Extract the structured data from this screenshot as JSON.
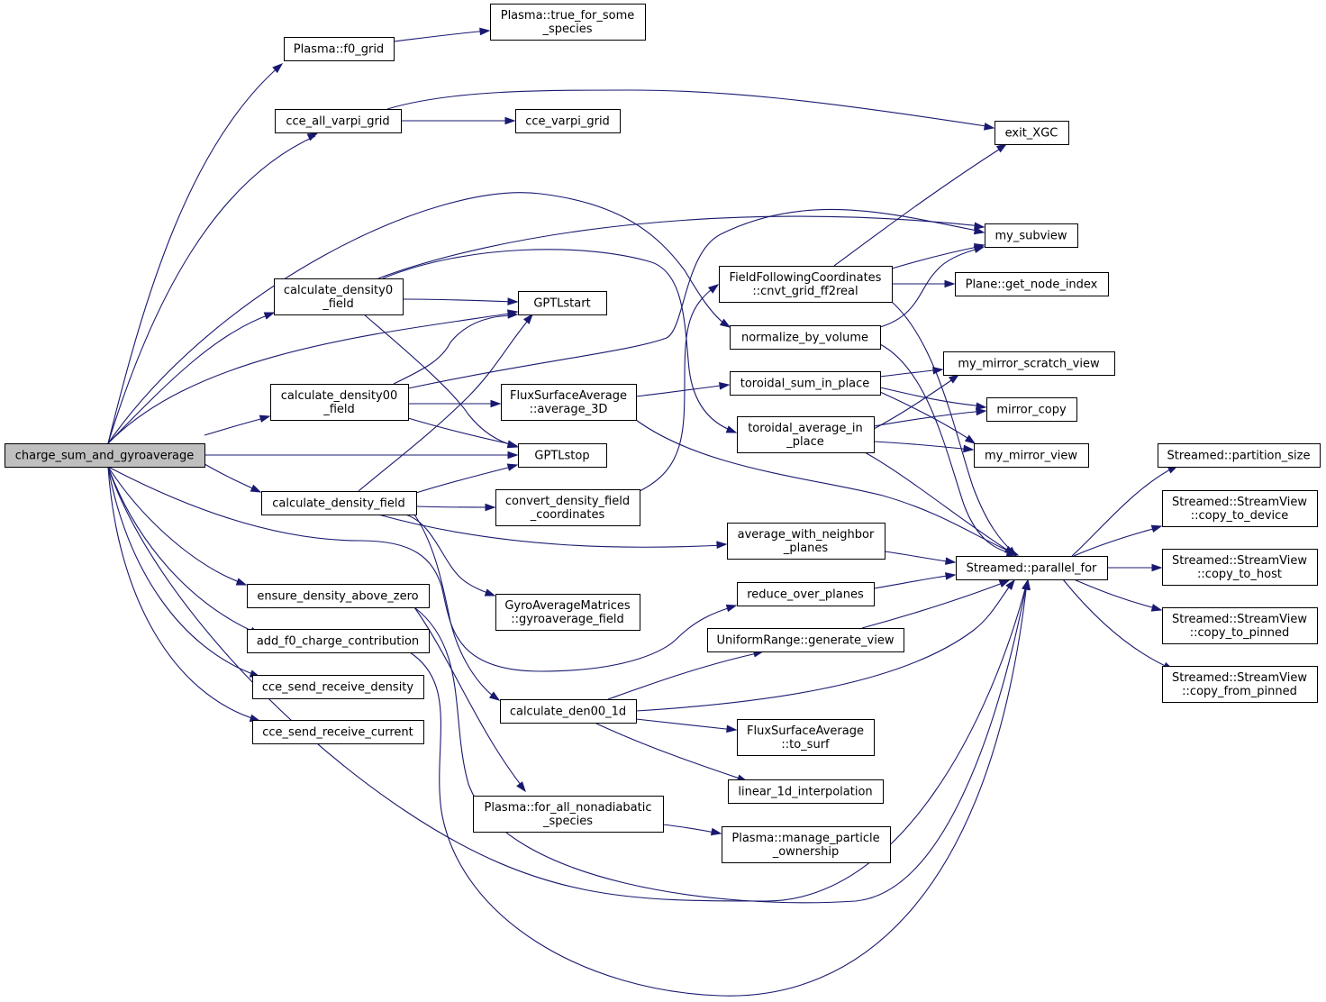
{
  "graph": {
    "colors": {
      "edge": "#191970",
      "node_fill": "#ffffff",
      "root_fill": "#bfbfbf",
      "node_stroke": "#000000"
    },
    "nodes": [
      {
        "id": "root",
        "lines": [
          "charge_sum_and_gyroaverage"
        ],
        "root": true
      },
      {
        "id": "f0_grid",
        "lines": [
          "Plasma::f0_grid"
        ]
      },
      {
        "id": "true_for_some",
        "lines": [
          "Plasma::true_for_some",
          "_species"
        ]
      },
      {
        "id": "cce_all_varpi",
        "lines": [
          "cce_all_varpi_grid"
        ]
      },
      {
        "id": "cce_varpi",
        "lines": [
          "cce_varpi_grid"
        ]
      },
      {
        "id": "exit_xgc",
        "lines": [
          "exit_XGC"
        ]
      },
      {
        "id": "my_subview",
        "lines": [
          "my_subview"
        ]
      },
      {
        "id": "ffc",
        "lines": [
          "FieldFollowingCoordinates",
          "::cnvt_grid_ff2real"
        ]
      },
      {
        "id": "get_node_index",
        "lines": [
          "Plane::get_node_index"
        ]
      },
      {
        "id": "calc_den0",
        "lines": [
          "calculate_density0",
          "_field"
        ]
      },
      {
        "id": "gptl_start",
        "lines": [
          "GPTLstart"
        ]
      },
      {
        "id": "normalize",
        "lines": [
          "normalize_by_volume"
        ]
      },
      {
        "id": "mirror_scratch",
        "lines": [
          "my_mirror_scratch_view"
        ]
      },
      {
        "id": "calc_den00",
        "lines": [
          "calculate_density00",
          "_field"
        ]
      },
      {
        "id": "fsa_avg3d",
        "lines": [
          "FluxSurfaceAverage",
          "::average_3D"
        ]
      },
      {
        "id": "toroidal_sum",
        "lines": [
          "toroidal_sum_in_place"
        ]
      },
      {
        "id": "mirror_copy",
        "lines": [
          "mirror_copy"
        ]
      },
      {
        "id": "toroidal_avg",
        "lines": [
          "toroidal_average_in",
          "_place"
        ]
      },
      {
        "id": "gptl_stop",
        "lines": [
          "GPTLstop"
        ]
      },
      {
        "id": "mirror_view",
        "lines": [
          "my_mirror_view"
        ]
      },
      {
        "id": "partition_size",
        "lines": [
          "Streamed::partition_size"
        ]
      },
      {
        "id": "calc_den_field",
        "lines": [
          "calculate_density_field"
        ]
      },
      {
        "id": "convert_den",
        "lines": [
          "convert_density_field",
          "_coordinates"
        ]
      },
      {
        "id": "copy_device",
        "lines": [
          "Streamed::StreamView",
          "::copy_to_device"
        ]
      },
      {
        "id": "avg_neighbor",
        "lines": [
          "average_with_neighbor",
          "_planes"
        ]
      },
      {
        "id": "parallel_for",
        "lines": [
          "Streamed::parallel_for"
        ]
      },
      {
        "id": "copy_host",
        "lines": [
          "Streamed::StreamView",
          "::copy_to_host"
        ]
      },
      {
        "id": "ensure_den",
        "lines": [
          "ensure_density_above_zero"
        ]
      },
      {
        "id": "reduce_planes",
        "lines": [
          "reduce_over_planes"
        ]
      },
      {
        "id": "gyro_field",
        "lines": [
          "GyroAverageMatrices",
          "::gyroaverage_field"
        ]
      },
      {
        "id": "copy_pinned",
        "lines": [
          "Streamed::StreamView",
          "::copy_to_pinned"
        ]
      },
      {
        "id": "add_f0",
        "lines": [
          "add_f0_charge_contribution"
        ]
      },
      {
        "id": "uniform_range",
        "lines": [
          "UniformRange::generate_view"
        ]
      },
      {
        "id": "copy_from_pinned",
        "lines": [
          "Streamed::StreamView",
          "::copy_from_pinned"
        ]
      },
      {
        "id": "cce_density",
        "lines": [
          "cce_send_receive_density"
        ]
      },
      {
        "id": "calc_den00_1d",
        "lines": [
          "calculate_den00_1d"
        ]
      },
      {
        "id": "cce_current",
        "lines": [
          "cce_send_receive_current"
        ]
      },
      {
        "id": "fsa_to_surf",
        "lines": [
          "FluxSurfaceAverage",
          "::to_surf"
        ]
      },
      {
        "id": "linear_interp",
        "lines": [
          "linear_1d_interpolation"
        ]
      },
      {
        "id": "for_all_nonadiabatic",
        "lines": [
          "Plasma::for_all_nonadiabatic",
          "_species"
        ]
      },
      {
        "id": "manage_particle",
        "lines": [
          "Plasma::manage_particle",
          "_ownership"
        ]
      }
    ],
    "edges": [
      {
        "from": "root",
        "to": "f0_grid"
      },
      {
        "from": "root",
        "to": "cce_all_varpi"
      },
      {
        "from": "root",
        "to": "normalize"
      },
      {
        "from": "root",
        "to": "calc_den0"
      },
      {
        "from": "root",
        "to": "gptl_start"
      },
      {
        "from": "root",
        "to": "calc_den00"
      },
      {
        "from": "root",
        "to": "gptl_stop"
      },
      {
        "from": "root",
        "to": "calc_den_field"
      },
      {
        "from": "root",
        "to": "ensure_den"
      },
      {
        "from": "root",
        "to": "add_f0"
      },
      {
        "from": "root",
        "to": "cce_density"
      },
      {
        "from": "root",
        "to": "cce_current"
      },
      {
        "from": "root",
        "to": "reduce_planes"
      },
      {
        "from": "root",
        "to": "parallel_for"
      },
      {
        "from": "f0_grid",
        "to": "true_for_some"
      },
      {
        "from": "cce_all_varpi",
        "to": "cce_varpi"
      },
      {
        "from": "cce_all_varpi",
        "to": "exit_xgc"
      },
      {
        "from": "calc_den0",
        "to": "my_subview"
      },
      {
        "from": "calc_den0",
        "to": "gptl_start"
      },
      {
        "from": "calc_den0",
        "to": "gptl_stop"
      },
      {
        "from": "calc_den0",
        "to": "toroidal_avg"
      },
      {
        "from": "calc_den00",
        "to": "gptl_start"
      },
      {
        "from": "calc_den00",
        "to": "fsa_avg3d"
      },
      {
        "from": "calc_den00",
        "to": "gptl_stop"
      },
      {
        "from": "calc_den00",
        "to": "my_subview"
      },
      {
        "from": "calc_den_field",
        "to": "gptl_start"
      },
      {
        "from": "calc_den_field",
        "to": "gptl_stop"
      },
      {
        "from": "calc_den_field",
        "to": "convert_den"
      },
      {
        "from": "calc_den_field",
        "to": "avg_neighbor"
      },
      {
        "from": "calc_den_field",
        "to": "gyro_field"
      },
      {
        "from": "calc_den_field",
        "to": "calc_den00_1d"
      },
      {
        "from": "convert_den",
        "to": "ffc"
      },
      {
        "from": "fsa_avg3d",
        "to": "toroidal_sum"
      },
      {
        "from": "fsa_avg3d",
        "to": "parallel_for"
      },
      {
        "from": "ffc",
        "to": "exit_xgc"
      },
      {
        "from": "ffc",
        "to": "my_subview"
      },
      {
        "from": "ffc",
        "to": "get_node_index"
      },
      {
        "from": "ffc",
        "to": "parallel_for"
      },
      {
        "from": "normalize",
        "to": "my_subview"
      },
      {
        "from": "normalize",
        "to": "parallel_for"
      },
      {
        "from": "toroidal_sum",
        "to": "mirror_scratch"
      },
      {
        "from": "toroidal_sum",
        "to": "mirror_copy"
      },
      {
        "from": "toroidal_sum",
        "to": "mirror_view"
      },
      {
        "from": "toroidal_avg",
        "to": "mirror_scratch"
      },
      {
        "from": "toroidal_avg",
        "to": "mirror_copy"
      },
      {
        "from": "toroidal_avg",
        "to": "mirror_view"
      },
      {
        "from": "toroidal_avg",
        "to": "parallel_for"
      },
      {
        "from": "avg_neighbor",
        "to": "parallel_for"
      },
      {
        "from": "reduce_planes",
        "to": "parallel_for"
      },
      {
        "from": "uniform_range",
        "to": "parallel_for"
      },
      {
        "from": "calc_den00_1d",
        "to": "uniform_range"
      },
      {
        "from": "calc_den00_1d",
        "to": "parallel_for"
      },
      {
        "from": "calc_den00_1d",
        "to": "fsa_to_surf"
      },
      {
        "from": "calc_den00_1d",
        "to": "linear_interp"
      },
      {
        "from": "ensure_den",
        "to": "for_all_nonadiabatic"
      },
      {
        "from": "ensure_den",
        "to": "parallel_for"
      },
      {
        "from": "add_f0",
        "to": "parallel_for"
      },
      {
        "from": "for_all_nonadiabatic",
        "to": "manage_particle"
      },
      {
        "from": "parallel_for",
        "to": "partition_size"
      },
      {
        "from": "parallel_for",
        "to": "copy_device"
      },
      {
        "from": "parallel_for",
        "to": "copy_host"
      },
      {
        "from": "parallel_for",
        "to": "copy_pinned"
      },
      {
        "from": "parallel_for",
        "to": "copy_from_pinned"
      }
    ]
  }
}
